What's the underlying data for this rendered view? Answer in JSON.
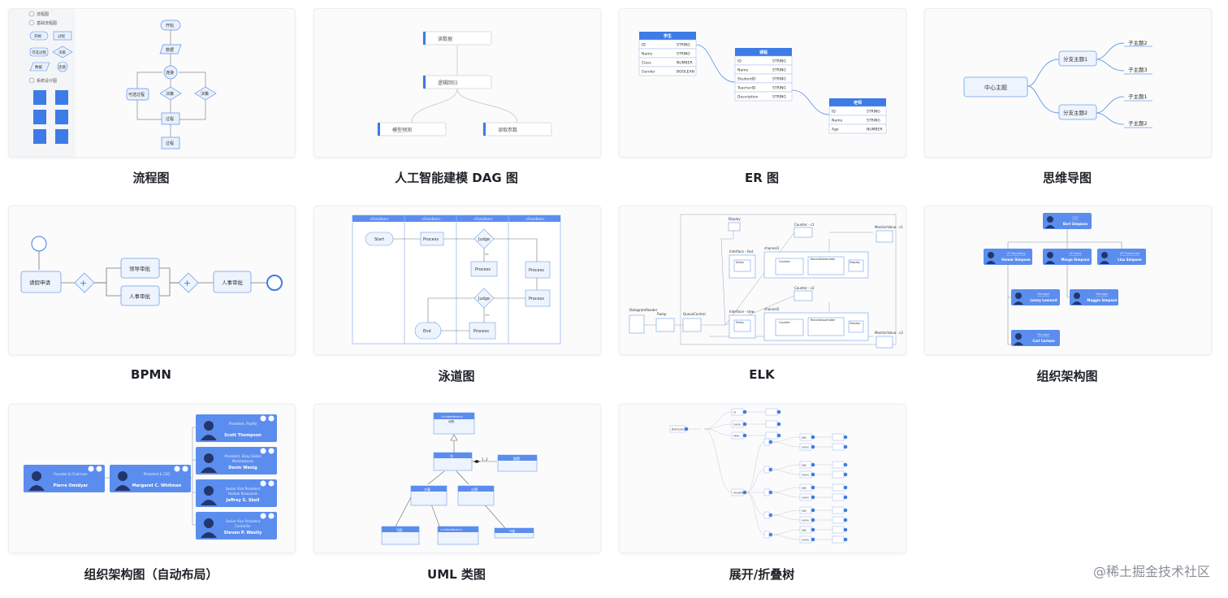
{
  "gallery": {
    "items": [
      {
        "caption": "流程图"
      },
      {
        "caption": "人工智能建模 DAG 图"
      },
      {
        "caption": "ER 图"
      },
      {
        "caption": "思维导图"
      },
      {
        "caption": "BPMN"
      },
      {
        "caption": "泳道图"
      },
      {
        "caption": "ELK"
      },
      {
        "caption": "组织架构图"
      },
      {
        "caption": "组织架构图（自动布局）"
      },
      {
        "caption": "UML 类图"
      },
      {
        "caption": "展开/折叠树"
      }
    ]
  },
  "flowchart": {
    "sidebar": {
      "section1": "流程图",
      "section2": "基础流程图",
      "section3": "系统设计图",
      "btn_start": "开始",
      "btn_process": "过程",
      "btn_optional": "可选过程",
      "btn_decision": "决策",
      "btn_data": "数据",
      "btn_connect": "连接"
    },
    "nodes": {
      "start": "开始",
      "data": "数据",
      "connect": "连接",
      "optional": "可选过程",
      "decision1": "决策",
      "decision2": "决策",
      "process1": "过程",
      "process2": "过程"
    }
  },
  "dag": {
    "nodes": {
      "read": "读数据",
      "regression": "逻辑回归",
      "predict": "模型预测",
      "params": "读取参数"
    }
  },
  "er": {
    "student": {
      "title": "学生",
      "rows": [
        [
          "ID",
          "STRING"
        ],
        [
          "Name",
          "STRING"
        ],
        [
          "Class",
          "NUMBER"
        ],
        [
          "Gender",
          "BOOLEAN"
        ]
      ]
    },
    "course": {
      "title": "课程",
      "rows": [
        [
          "ID",
          "STRING"
        ],
        [
          "Name",
          "STRING"
        ],
        [
          "StudentID",
          "STRING"
        ],
        [
          "TeacherID",
          "STRING"
        ],
        [
          "Description",
          "STRING"
        ]
      ]
    },
    "teacher": {
      "title": "老师",
      "rows": [
        [
          "ID",
          "STRING"
        ],
        [
          "Name",
          "STRING"
        ],
        [
          "Age",
          "NUMBER"
        ]
      ]
    }
  },
  "mindmap": {
    "center": "中心主题",
    "branch1": "分支主题1",
    "branch2": "分支主题2",
    "sub1": "子主题2",
    "sub2": "子主题3",
    "sub3": "子主题1",
    "sub4": "子主题2"
  },
  "bpmn": {
    "request": "请假申请",
    "leader": "领导审批",
    "hr": "人事审批",
    "hr2": "人事审批"
  },
  "swimlane": {
    "lane": "<Function>",
    "start": "Start",
    "process": "Process",
    "judge": "Judge",
    "end": "End",
    "yes": "Yes",
    "no": "No"
  },
  "elk": {
    "display": "Display",
    "counter1": "Counter - c1",
    "counter2": "Counter - c2",
    "monitor1": "MonitorValue - c1",
    "monitor2": "MonitorValue - c2",
    "iface_fast": "Interface - fast",
    "iface_slow": "Interface - slow",
    "channel1": "channel1",
    "channel2": "channel2",
    "sleep": "Sleep",
    "counter": "Counter",
    "assembler": "RecordAssembler",
    "reader": "DatagramReader",
    "ramp": "Ramp",
    "queue": "QueueControl"
  },
  "org": {
    "ceo": {
      "title": "CEO",
      "name": "Bart Simpson"
    },
    "vp1": {
      "title": "VP Marketing",
      "name": "Homer Simpson"
    },
    "vp2": {
      "title": "VP Sales",
      "name": "Marge Simpson"
    },
    "vp3": {
      "title": "VP Production",
      "name": "Lisa Simpson"
    },
    "m1": {
      "title": "Manager",
      "name": "Lenny Leonard"
    },
    "m2": {
      "title": "Manager",
      "name": "Maggie Simpson"
    },
    "m3": {
      "title": "Manager",
      "name": "Carl Carlson"
    }
  },
  "org_auto": {
    "root": {
      "title": "Founder & Chairman",
      "name": "Pierre Omidyar"
    },
    "ceo": {
      "title": "President & CEO",
      "name": "Margaret C. Whitman"
    },
    "r1": {
      "title": "President, PayPal",
      "name": "Scott Thompson"
    },
    "r2a": {
      "title": "President, Ebay Global",
      "r2b": "Marketplaces",
      "name": "Devin Wenig"
    },
    "r3a": {
      "title": "Senior Vice President",
      "r3b": "Human Resources",
      "name": "Jeffrey S. Skoll"
    },
    "r4a": {
      "title": "Senior Vice President",
      "r4b": "Controller",
      "name": "Steven P. Westly"
    }
  },
  "uml": {
    "iface": "<<interface>>",
    "animal": "动物",
    "bird": "鸟",
    "wing": "翅膀",
    "duck": "大雁",
    "penguin": "企鹅",
    "fly": "飞翔",
    "climate": "气候",
    "mult": "1..2"
  },
  "tree": {
    "root": "Bethesda",
    "id": "id",
    "name": "name",
    "skills": "skills",
    "daughters": "daughters",
    "age": "age"
  },
  "watermark": "@稀土掘金技术社区"
}
